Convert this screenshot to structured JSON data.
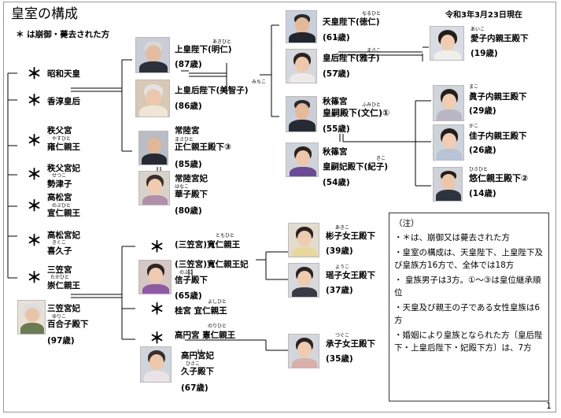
{
  "title": "皇室の構成",
  "as_of": "令和3年3月23日現在",
  "legend": "＊ は崩御・薨去された方",
  "asterisk": "＊",
  "page_number": "1",
  "people": {
    "showa": {
      "name": "昭和天皇"
    },
    "kojun": {
      "name": "香淳皇后"
    },
    "chichibu": {
      "line1": "秩父宮",
      "line2": "雍仁親王",
      "ruby": "やすひと"
    },
    "chichibu_wife": {
      "line1": "秩父宮妃",
      "line2": "勢津子",
      "ruby": "せつこ"
    },
    "takamatsu": {
      "line1": "高松宮",
      "line2": "宣仁親王",
      "ruby": "のぶひと"
    },
    "takamatsu_wife": {
      "line1": "高松宮妃",
      "line2": "喜久子",
      "ruby": "きくこ"
    },
    "mikasa": {
      "line1": "三笠宮",
      "line2": "崇仁親王",
      "ruby": "たかひと"
    },
    "mikasa_wife": {
      "line1": "三笠宮妃",
      "line2": "百合子殿下",
      "ruby": "ゆりこ",
      "age": "(97歳)"
    },
    "akihito": {
      "name": "上皇陛下(明仁)",
      "ruby": "あきひと",
      "age": "(87歳)"
    },
    "michiko": {
      "name": "上皇后陛下(美智子)",
      "ruby": "みちこ",
      "age": "(86歳)"
    },
    "hitachi": {
      "line1": "常陸宮",
      "line2": "正仁親王殿下③",
      "ruby": "まさひと",
      "age": "(85歳)"
    },
    "hitachi_wife": {
      "line1": "常陸宮妃",
      "line2": "華子殿下",
      "ruby": "はなこ",
      "age": "(80歳)"
    },
    "naruhito": {
      "name": "天皇陛下(徳仁)",
      "ruby": "なるひと",
      "age": "(61歳)"
    },
    "masako": {
      "name": "皇后陛下(雅子)",
      "ruby": "まさこ",
      "age": "(57歳)"
    },
    "aiko": {
      "name": "愛子内親王殿下",
      "ruby": "あいこ",
      "age": "(19歳)"
    },
    "akishino": {
      "line1": "秋篠宮",
      "line2": "皇嗣殿下(文仁)①",
      "ruby": "ふみひと",
      "age": "(55歳)"
    },
    "kiko": {
      "line1": "秋篠宮",
      "line2": "皇嗣妃殿下(紀子)",
      "ruby": "きこ",
      "age": "(54歳)"
    },
    "mako": {
      "name": "眞子内親王殿下",
      "ruby": "まこ",
      "age": "(29歳)"
    },
    "kako": {
      "name": "佳子内親王殿下",
      "ruby": "かこ",
      "age": "(26歳)"
    },
    "hisahito": {
      "name": "悠仁親王殿下②",
      "ruby": "ひさひと",
      "age": "(14歳)"
    },
    "tomohito": {
      "name": "(三笠宮)寬仁親王",
      "ruby": "ともひと"
    },
    "nobuko": {
      "line1": "(三笠宮)寬仁親王妃",
      "line2": "信子殿下",
      "ruby": "のぶこ",
      "age": "(65歳)"
    },
    "yoshihito": {
      "name": "桂宮 宜仁親王",
      "ruby": "よしひと"
    },
    "norihito": {
      "name": "高円宮 憲仁親王",
      "ruby": "のりひと"
    },
    "hisako": {
      "line1": "高円宮妃",
      "line2": "久子殿下",
      "ruby": "ひさこ",
      "age": "(67歳)"
    },
    "akiko": {
      "name": "彬子女王殿下",
      "ruby": "あきこ",
      "age": "(39歳)"
    },
    "yoko": {
      "name": "瑶子女王殿下",
      "ruby": "ようこ",
      "age": "(37歳)"
    },
    "tsuguko": {
      "name": "承子女王殿下",
      "ruby": "つぐこ",
      "age": "(35歳)"
    }
  },
  "note": {
    "title": "（注）",
    "items": [
      "・＊は、崩御又は薨去された方",
      "・皇室の構成は、天皇陛下、上皇陛下及び皇族方16方で、全体では18方",
      "・ 皇族男子は3方。①～③は皇位継承順位",
      "・天皇及び親王の子である女性皇族は6方",
      "・婚姻により皇族となられた方〔皇后陛下・上皇后陛下・妃殿下方〕は、7方"
    ]
  }
}
